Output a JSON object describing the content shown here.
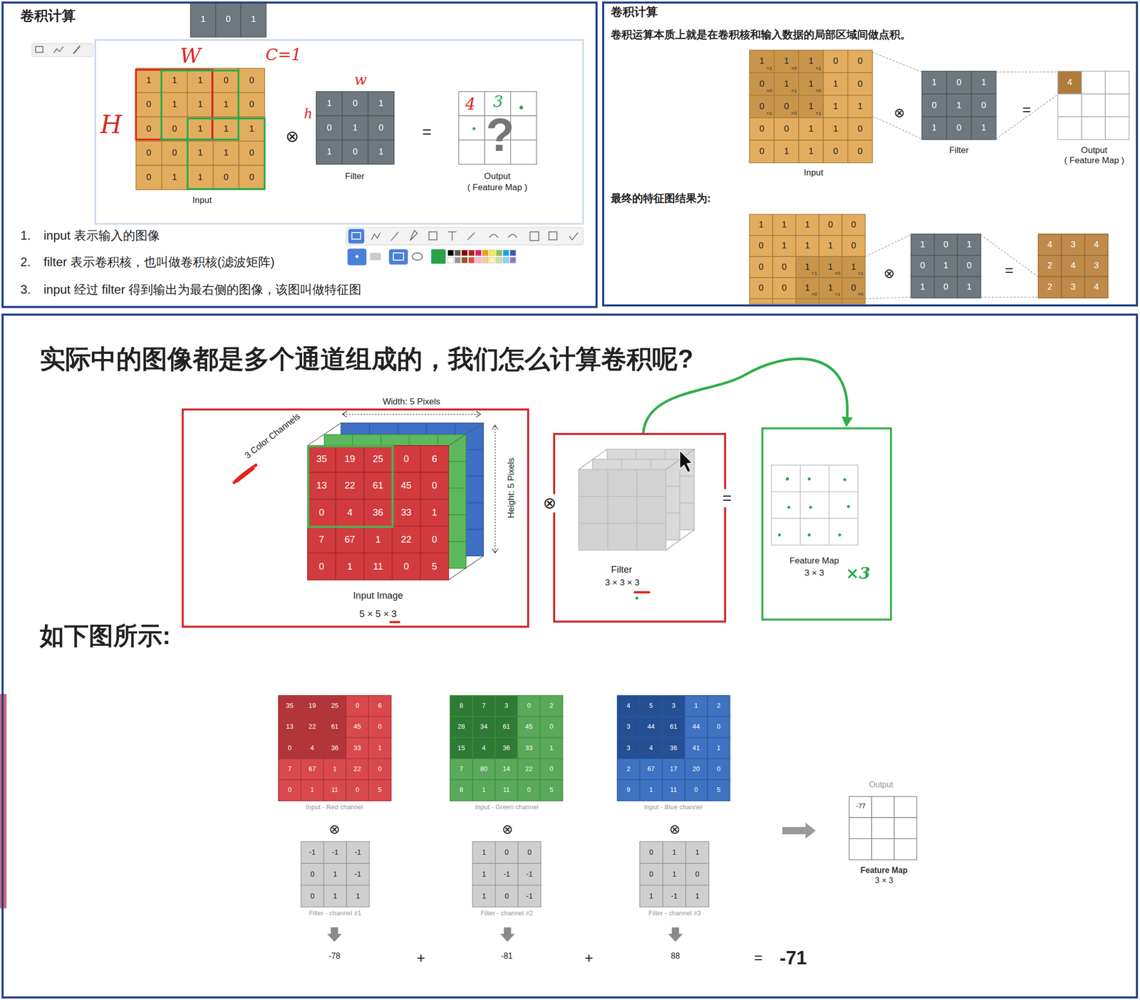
{
  "diagram": {
    "nodes": [
      {
        "text": [
          "卷积计算"
        ]
      },
      {
        "text": [
          "1",
          "0",
          "1"
        ],
        "in": 0
      },
      {
        "text": [
          "1",
          "1",
          "1",
          "0",
          "0",
          "0",
          "1",
          "1",
          "1",
          "0",
          "0",
          "0",
          "1",
          "1",
          "1",
          "0",
          "0",
          "1",
          "1",
          "0",
          "0",
          "1",
          "1",
          "0",
          "0",
          "Input"
        ],
        "in": 0
      },
      {
        "text": [
          "1",
          "0",
          "1",
          "0",
          "1",
          "0",
          "1",
          "0",
          "1",
          "Filter"
        ],
        "in": 0
      },
      {
        "text": [
          "?",
          "4",
          "3",
          "Output",
          "( Feature Map )"
        ],
        "in": 0
      },
      {
        "text": [
          "卷积计算",
          "卷积运算本质上就是在卷积核和输入数据的局部区域间做点积。"
        ]
      },
      {
        "text": [
          "1",
          "1",
          "1",
          "0",
          "0",
          "0",
          "1",
          "1",
          "1",
          "0",
          "0",
          "0",
          "1",
          "1",
          "1",
          "0",
          "0",
          "1",
          "1",
          "0",
          "0",
          "1",
          "1",
          "0",
          "0",
          "×1",
          "×0",
          "×1",
          "×0",
          "×1",
          "×0",
          "×1",
          "×0",
          "×1",
          "Input"
        ],
        "in": 5
      },
      {
        "text": [
          "1",
          "0",
          "1",
          "0",
          "1",
          "0",
          "1",
          "0",
          "1",
          "Filter"
        ],
        "in": 5
      },
      {
        "text": [
          "4",
          "Output",
          "( Feature Map )"
        ],
        "in": 5
      },
      {
        "text": [
          "1",
          "1",
          "1",
          "0",
          "0",
          "0",
          "1",
          "1",
          "1",
          "0",
          "0",
          "0",
          "1",
          "1",
          "1",
          "0",
          "0",
          "1",
          "1",
          "0",
          "×1",
          "×0",
          "×1",
          "×0",
          "×1",
          "×0"
        ],
        "in": 5
      },
      {
        "text": [
          "1",
          "0",
          "1",
          "0",
          "1",
          "0",
          "1",
          "0",
          "1"
        ],
        "in": 5
      },
      {
        "text": [
          "4",
          "3",
          "4",
          "2",
          "4",
          "3",
          "2",
          "3",
          "4"
        ],
        "in": 5
      },
      {
        "text": [
          "实际中的图像都是多个通道组成的，我们怎么计算卷积呢?"
        ]
      },
      {
        "text": [
          "Width: 5 Pixels",
          "3 Color Channels",
          "Height: 5 Pixels",
          "Input Image",
          "5 × 5 × 3"
        ],
        "in": 12
      },
      {
        "text": [
          "35",
          "19",
          "25",
          "0",
          "6",
          "13",
          "22",
          "61",
          "45",
          "0",
          "0",
          "4",
          "36",
          "33",
          "1",
          "7",
          "67",
          "1",
          "22",
          "0",
          "0",
          "1",
          "11",
          "0",
          "5"
        ],
        "in": 13
      },
      {
        "text": [
          "Filter",
          "3 × 3 × 3"
        ],
        "in": 12
      },
      {
        "text": [
          "Feature Map",
          "3 × 3"
        ],
        "in": 12
      },
      {
        "text": [
          "35",
          "19",
          "25",
          "0",
          "6",
          "13",
          "22",
          "61",
          "45",
          "0",
          "0",
          "4",
          "36",
          "33",
          "1",
          "7",
          "67",
          "1",
          "22",
          "0",
          "0",
          "1",
          "11",
          "0",
          "5",
          "Input - Red channel"
        ],
        "in": 12
      },
      {
        "text": [
          "8",
          "7",
          "3",
          "0",
          "2",
          "28",
          "34",
          "61",
          "45",
          "0",
          "15",
          "4",
          "36",
          "33",
          "1",
          "7",
          "80",
          "14",
          "22",
          "0",
          "8",
          "1",
          "11",
          "0",
          "5",
          "Input - Green channel"
        ],
        "in": 12
      },
      {
        "text": [
          "4",
          "5",
          "3",
          "1",
          "2",
          "3",
          "44",
          "61",
          "44",
          "0",
          "3",
          "4",
          "36",
          "41",
          "1",
          "2",
          "67",
          "17",
          "20",
          "0",
          "9",
          "1",
          "11",
          "0",
          "5",
          "Input - Blue channel"
        ],
        "in": 12
      },
      {
        "text": [
          "-1",
          "-1",
          "-1",
          "0",
          "1",
          "-1",
          "0",
          "1",
          "1",
          "Filter - channel #1"
        ],
        "in": 12
      },
      {
        "text": [
          "1",
          "0",
          "0",
          "1",
          "-1",
          "-1",
          "1",
          "0",
          "-1",
          "Filter - channel #2"
        ],
        "in": 12
      },
      {
        "text": [
          "0",
          "1",
          "1",
          "0",
          "1",
          "0",
          "1",
          "-1",
          "1",
          "Filter - channel #3"
        ],
        "in": 12
      },
      {
        "text": [
          "Output",
          "-77",
          "Feature Map",
          "3 × 3"
        ],
        "in": 12
      }
    ],
    "edges": [
      {
        "from": 15,
        "to": 16,
        "arrow": "to"
      }
    ],
    "labels": [
      "W",
      "C=1",
      "H",
      "h",
      "w",
      "⊗",
      "=",
      "1.",
      "input 表示输入的图像",
      "2.",
      "filter 表示卷积核，也叫做卷积核(滤波矩阵)",
      "3.",
      "input 经过 filter 得到输出为最右侧的图像，该图叫做特征图",
      "⊗",
      "=",
      "最终的特征图结果为:",
      "⊗",
      "=",
      "⊗",
      "=",
      "×3",
      "如下图所示:",
      "⊗",
      "⊗",
      "⊗",
      "-78",
      "+",
      "-81",
      "+",
      "88",
      "=",
      "-71"
    ]
  }
}
